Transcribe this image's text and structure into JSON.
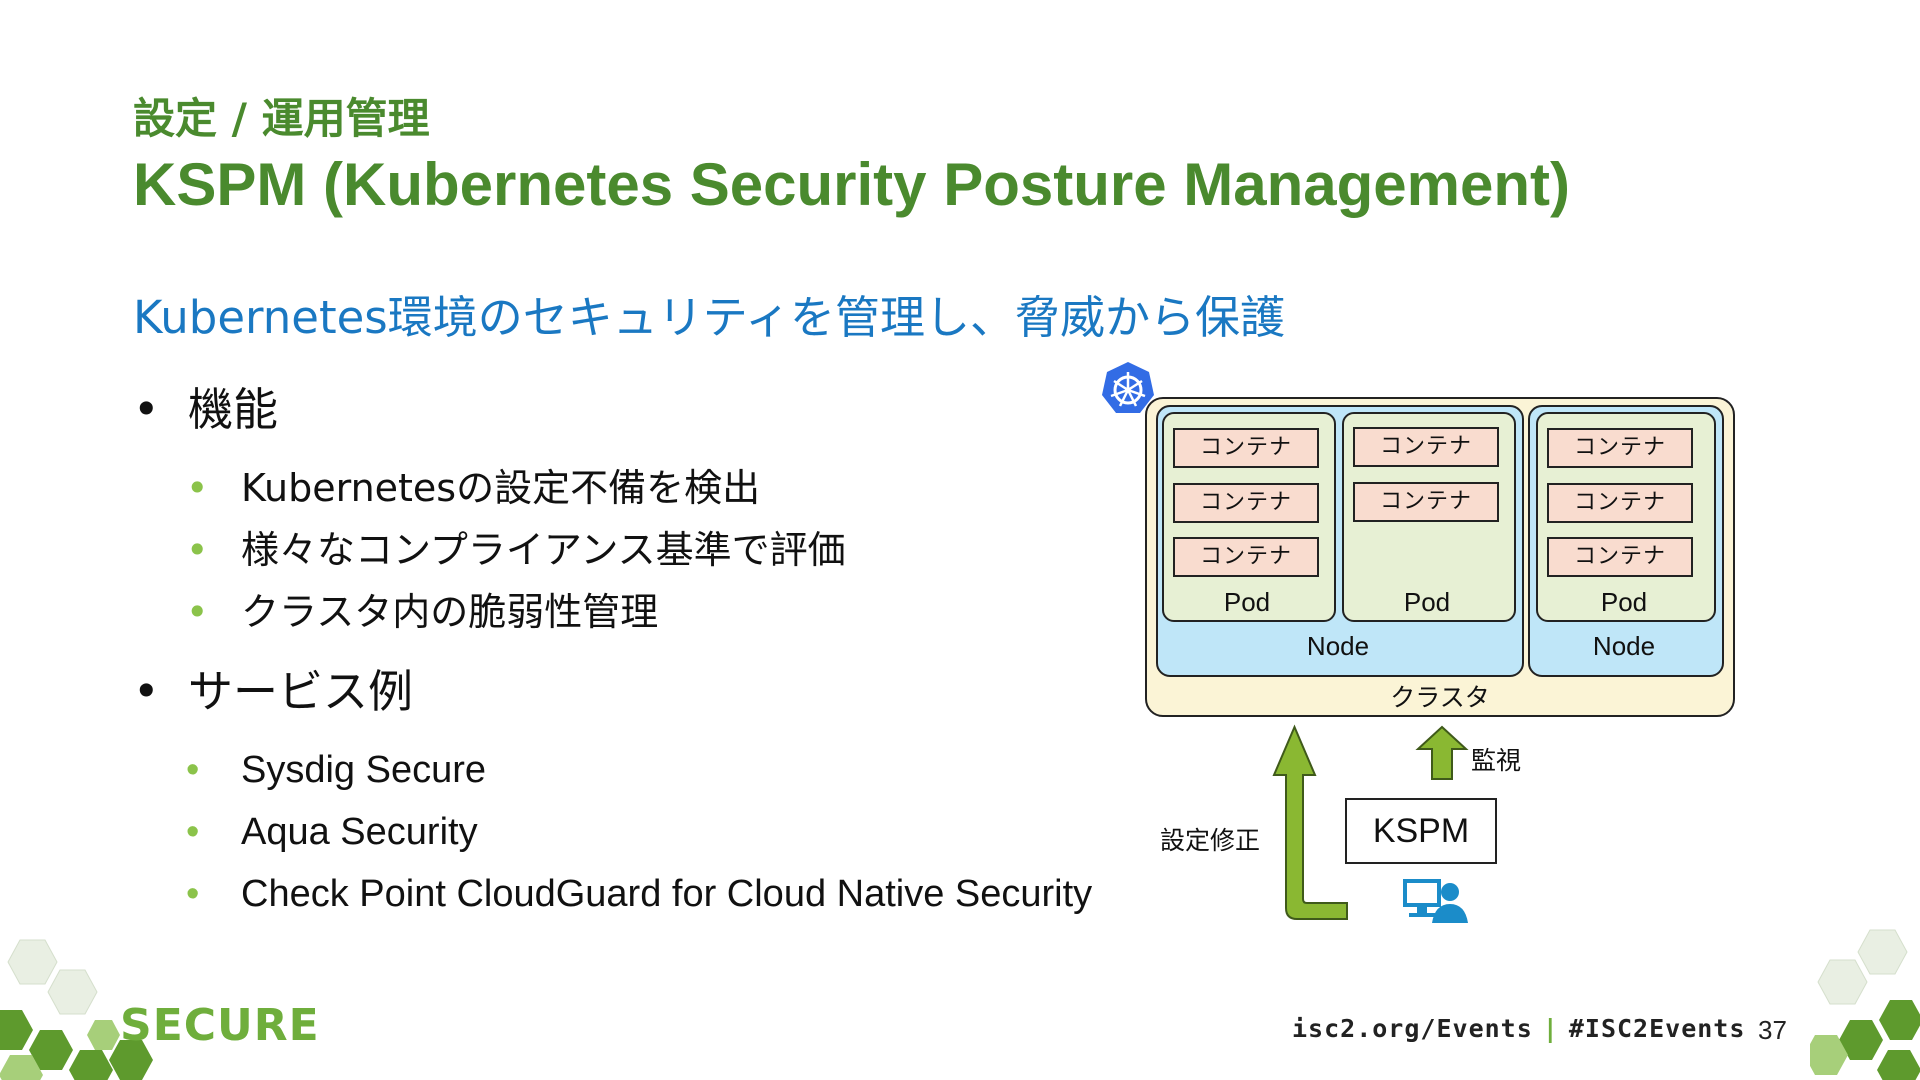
{
  "header": {
    "subtitle": "設定 / 運用管理",
    "title": "KSPM (Kubernetes Security Posture Management)"
  },
  "lead": "Kubernetes環境のセキュリティを管理し、脅威から保護",
  "sections": [
    {
      "label": "機能",
      "items": [
        "Kubernetesの設定不備を検出",
        "様々なコンプライアンス基準で評価",
        "クラスタ内の脆弱性管理"
      ]
    },
    {
      "label": "サービス例",
      "items": [
        "Sysdig Secure",
        "Aqua Security",
        "Check Point CloudGuard for Cloud Native Security"
      ]
    }
  ],
  "diagram": {
    "container_label": "コンテナ",
    "pod_label": "Pod",
    "node_label": "Node",
    "cluster_label": "クラスタ",
    "monitor_label": "監視",
    "remediate_label": "設定修正",
    "kspm_label": "KSPM",
    "icons": [
      "kubernetes-logo-icon",
      "admin-user-icon"
    ]
  },
  "footer": {
    "logo": "SECURE",
    "links": "isc2.org/Events",
    "hashtag": "#ISC2Events",
    "page_number": "37"
  },
  "colors": {
    "green_heading": "#4a8a2e",
    "blue_lead": "#1a78c2",
    "bullet_green": "#8bc34a",
    "container_fill": "#f9dccf",
    "pod_fill": "#e7f0d4",
    "node_fill": "#bfe6f8",
    "cluster_fill": "#fbf4d6",
    "arrow_green": "#8ab832"
  }
}
